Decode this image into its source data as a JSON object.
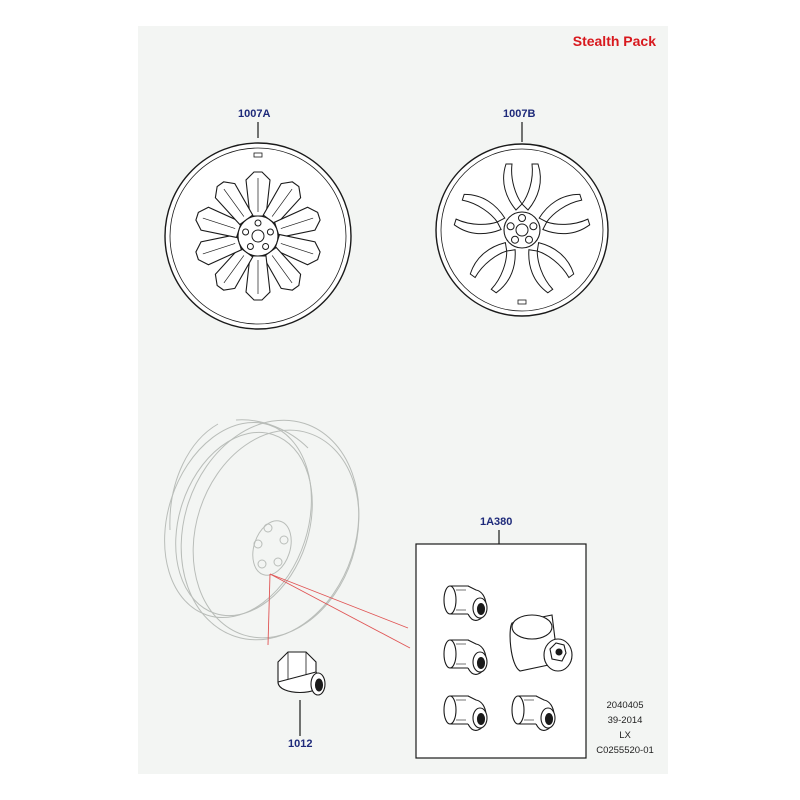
{
  "header": {
    "title": "Stealth Pack"
  },
  "callouts": {
    "wheel_a": "1007A",
    "wheel_b": "1007B",
    "lock_kit": "1A380",
    "wheel_nut": "1012"
  },
  "footer": {
    "line1": "2040405",
    "line2": "39-2014",
    "line3": "LX",
    "line4": "C0255520-01"
  },
  "colors": {
    "title": "#d8191e",
    "callout_text": "#1e2a7a",
    "leader_red": "#e05555",
    "sheet_background": "#f3f5f3"
  }
}
